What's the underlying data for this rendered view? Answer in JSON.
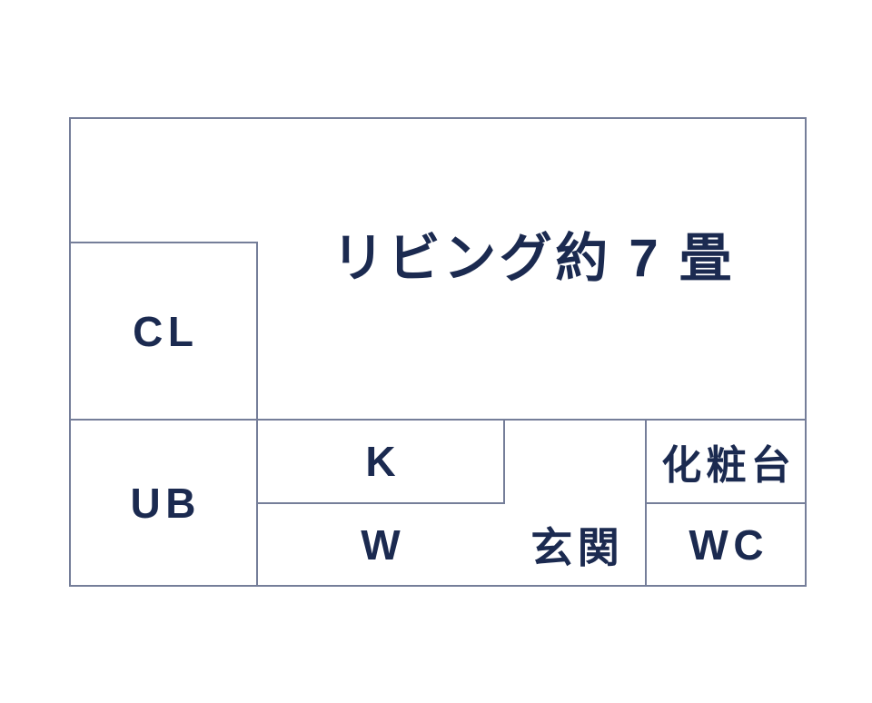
{
  "diagram": {
    "kind": "apartment-floorplan",
    "colors": {
      "background": "#ffffff",
      "wall": "#757e99",
      "label": "#1b2a50"
    },
    "rooms": {
      "living": {
        "label": "リビング約 7 畳"
      },
      "closet": {
        "label": "CL"
      },
      "unit_bath": {
        "label": "UB"
      },
      "kitchen": {
        "label": "K"
      },
      "washer": {
        "label": "W"
      },
      "entrance": {
        "label": "玄関"
      },
      "vanity": {
        "label": "化粧台"
      },
      "toilet": {
        "label": "WC"
      }
    }
  }
}
